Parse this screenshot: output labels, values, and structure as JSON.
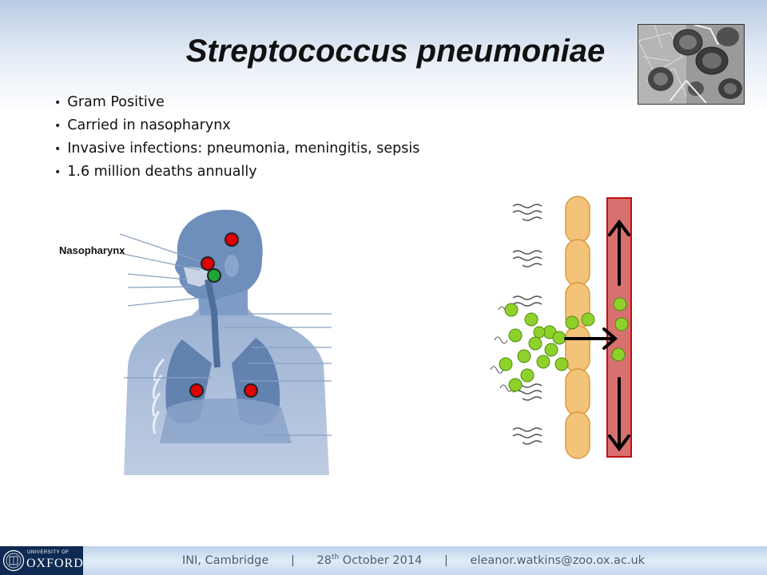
{
  "slide": {
    "title": "Streptococcus pneumoniae",
    "bullets": [
      "Gram Positive",
      "Carried in nasopharynx",
      "Invasive infections: pneumonia, meningitis, sepsis",
      "1.6 million deaths annually"
    ],
    "figure_label": "Nasopharynx"
  },
  "icons": {
    "micrograph": "micrograph-image",
    "anatomy": "human-torso-diagram",
    "cells": "epithelium-bloodstream-diagram",
    "logo": "oxford-crest-icon"
  },
  "colors": {
    "infection_dot": "#e00000",
    "carriage_dot": "#1fa535",
    "bacteria": "#8fd12b",
    "vessel": "#d97070",
    "epithelial_cell": "#f4c37a",
    "anatomy": "#6d8db8"
  },
  "footer": {
    "logo_small": "UNIVERSITY OF",
    "logo_large": "OXFORD",
    "venue": "INI, Cambridge",
    "sep1": "|",
    "date_day": "28",
    "date_suffix": "th",
    "date_rest": " October 2014",
    "sep2": "|",
    "email": "eleanor.watkins@zoo.ox.ac.uk"
  }
}
